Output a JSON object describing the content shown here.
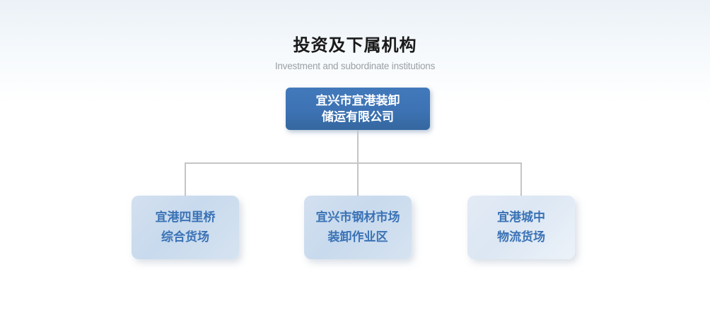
{
  "header": {
    "title": "投资及下属机构",
    "subtitle": "Investment and subordinate institutions"
  },
  "org_chart": {
    "root": {
      "line1": "宜兴市宜港装卸",
      "line2": "储运有限公司"
    },
    "children": [
      {
        "line1": "宜港四里桥",
        "line2": "综合货场"
      },
      {
        "line1": "宜兴市钢材市场",
        "line2": "装卸作业区"
      },
      {
        "line1": "宜港城中",
        "line2": "物流货场"
      }
    ]
  },
  "colors": {
    "root_node_bg": "#3d73b4",
    "root_node_text": "#ffffff",
    "child_node_bg": "#cbdcee",
    "child_node_bg_light": "#dde8f4",
    "child_node_text": "#3a72b5",
    "connector": "#c3c5c7",
    "title_text": "#1a1a1a",
    "subtitle_text": "#9aa0a6",
    "page_bg_top": "#ebf1f7",
    "page_bg_bottom": "#ffffff"
  }
}
